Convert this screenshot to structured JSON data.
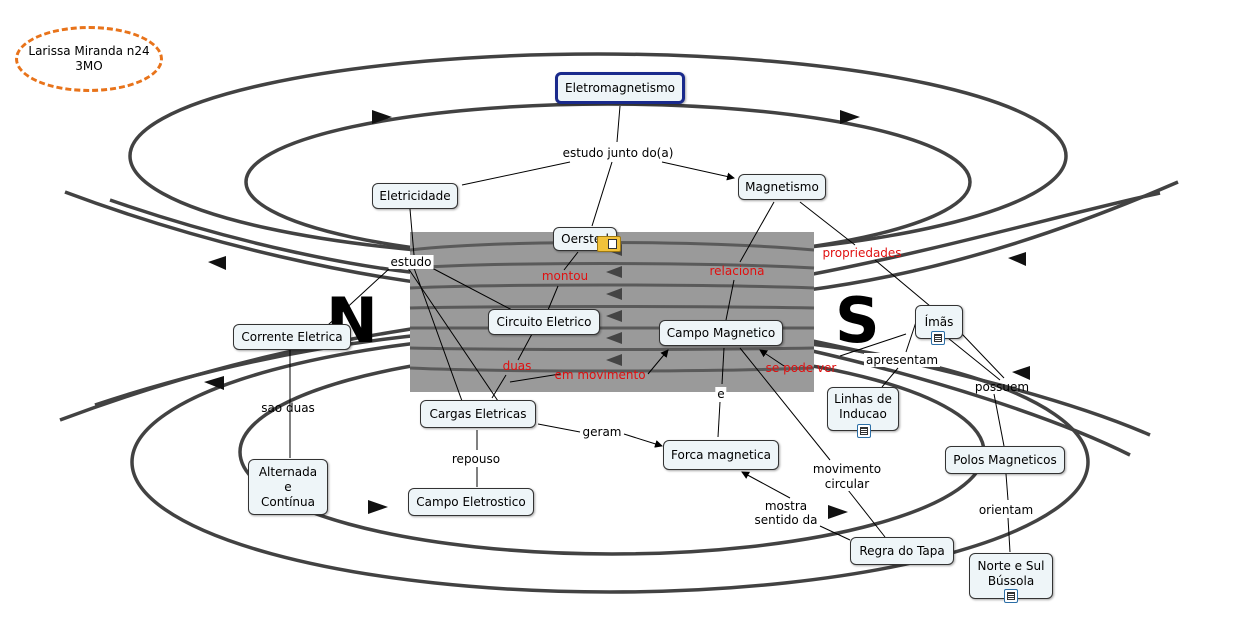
{
  "author": {
    "line1": "Larissa Miranda n24",
    "line2": "3MO"
  },
  "magnet": {
    "north": "N",
    "south": "S"
  },
  "nodes": {
    "eletromagnetismo": "Eletromagnetismo",
    "eletricidade": "Eletricidade",
    "magnetismo": "Magnetismo",
    "oersted": "Oersted",
    "circuito_eletrico": "Circuito Eletrico",
    "campo_magnetico": "Campo Magnetico",
    "imas": "Ímãs",
    "corrente_eletrica": "Corrente Eletrica",
    "cargas_eletricas": "Cargas Eletricas",
    "linhas_inducao_1": "Linhas de",
    "linhas_inducao_2": "Inducao",
    "alternada_1": "Alternada",
    "alternada_2": "e",
    "alternada_3": "Contínua",
    "forca_magnetica": "Forca magnetica",
    "polos_magneticos": "Polos Magneticos",
    "campo_eletrostico": "Campo Eletrostico",
    "regra_do_tapa": "Regra do Tapa",
    "norte_sul_1": "Norte e Sul",
    "norte_sul_2": "Bússola"
  },
  "links": {
    "estudo_junto": "estudo junto do(a)",
    "estudo": "estudo",
    "montou": "montou",
    "relaciona": "relaciona",
    "propriedades": "propriedades",
    "duas": "duas",
    "em_movimento": "em movimento",
    "se_pode_ver": "se pode ver",
    "apresentam": "apresentam",
    "possuem": "possuem",
    "sao_duas": "sao duas",
    "e": "e",
    "geram": "geram",
    "repouso": "repouso",
    "movimento_circular_1": "movimento",
    "movimento_circular_2": "circular",
    "orientam": "orientam",
    "mostra_1": "mostra",
    "mostra_2": "sentido da"
  },
  "colors": {
    "root_border": "#1a2a8c",
    "author_border": "#e8731a",
    "link_red": "#e01010",
    "node_bg": "#eef5f8"
  }
}
